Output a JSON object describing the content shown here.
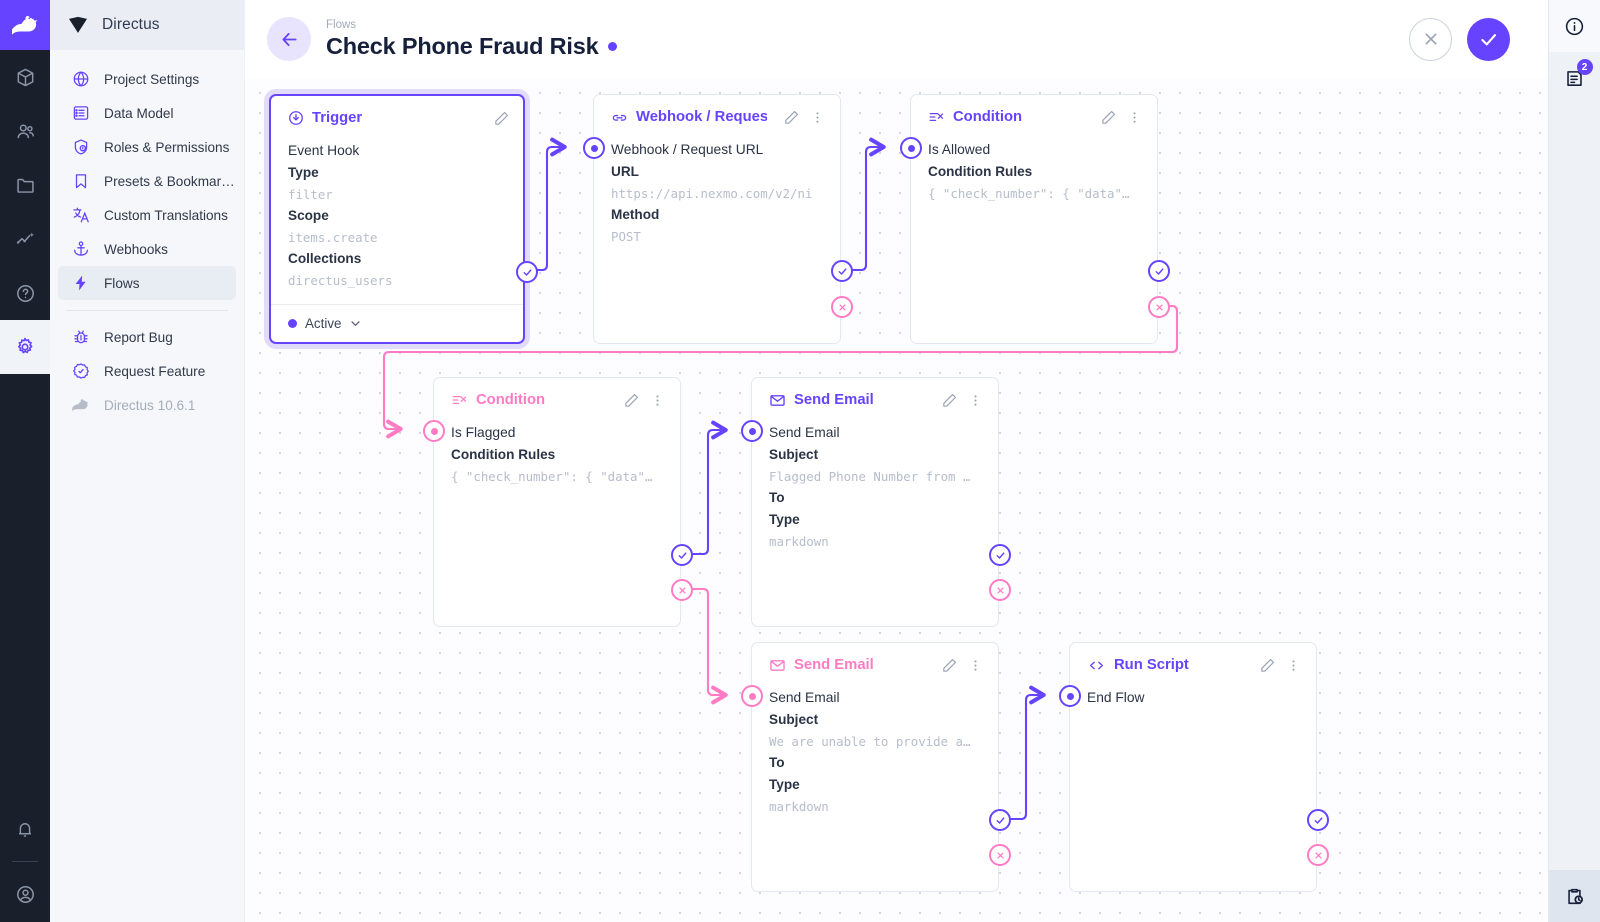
{
  "brand": {
    "name": "Directus",
    "accent": "#6644ff",
    "pink": "#ff7bc4",
    "version": "Directus 10.6.1"
  },
  "rail": {
    "items": [
      {
        "name": "logo",
        "icon": "directus-rabbit-logo"
      },
      {
        "name": "content",
        "icon": "box-icon"
      },
      {
        "name": "users",
        "icon": "users-icon"
      },
      {
        "name": "files",
        "icon": "folder-icon"
      },
      {
        "name": "insights",
        "icon": "insights-icon"
      },
      {
        "name": "docs",
        "icon": "help-circle-icon"
      },
      {
        "name": "settings",
        "icon": "gear-icon"
      }
    ],
    "bottom": [
      {
        "name": "notifications",
        "icon": "bell-icon"
      },
      {
        "name": "account",
        "icon": "user-circle-icon"
      }
    ]
  },
  "sidebar": {
    "title": "Directus",
    "items": [
      {
        "label": "Project Settings",
        "icon": "globe-icon",
        "selected": false
      },
      {
        "label": "Data Model",
        "icon": "list-box-icon",
        "selected": false
      },
      {
        "label": "Roles & Permissions",
        "icon": "shield-key-icon",
        "selected": false
      },
      {
        "label": "Presets & Bookmar…",
        "icon": "bookmark-icon",
        "selected": false
      },
      {
        "label": "Custom Translations",
        "icon": "translate-icon",
        "selected": false
      },
      {
        "label": "Webhooks",
        "icon": "anchor-icon",
        "selected": false
      },
      {
        "label": "Flows",
        "icon": "bolt-icon",
        "selected": true
      }
    ],
    "secondary": [
      {
        "label": "Report Bug",
        "icon": "bug-icon"
      },
      {
        "label": "Request Feature",
        "icon": "badge-check-icon"
      }
    ],
    "version_label": "Directus 10.6.1"
  },
  "header": {
    "breadcrumb": "Flows",
    "title": "Check Phone Fraud Risk",
    "back_icon": "arrow-left-icon",
    "status_dot": true,
    "cancel_label": "close-icon",
    "save_label": "check-icon"
  },
  "right_rail": {
    "info_icon": "info-circle-icon",
    "logs_icon": "logs-icon",
    "logs_badge": "2",
    "bottom_icon": "clipboard-clock-icon"
  },
  "flow": {
    "nodes": [
      {
        "id": "trigger",
        "type_label": "Trigger",
        "type_icon": "trigger-icon",
        "accent": "purple",
        "name": "Event Hook",
        "fields": [
          {
            "label": "Type",
            "value": "filter"
          },
          {
            "label": "Scope",
            "value": "items.create"
          },
          {
            "label": "Collections",
            "value": "directus_users"
          }
        ],
        "footer": {
          "status": "Active",
          "chevron": "chevron-down-icon"
        }
      },
      {
        "id": "webhook",
        "type_label": "Webhook / Request U",
        "type_icon": "link-icon",
        "accent": "purple",
        "name": "Webhook / Request URL",
        "fields": [
          {
            "label": "URL",
            "value": "https://api.nexmo.com/v2/ni"
          },
          {
            "label": "Method",
            "value": "POST"
          }
        ]
      },
      {
        "id": "condition-allowed",
        "type_label": "Condition",
        "type_icon": "condition-icon",
        "accent": "purple",
        "name": "Is Allowed",
        "fields": [
          {
            "label": "Condition Rules",
            "value": "{ \"check_number\": { \"data\"…"
          }
        ]
      },
      {
        "id": "condition-flagged",
        "type_label": "Condition",
        "type_icon": "condition-icon",
        "accent": "pink",
        "name": "Is Flagged",
        "fields": [
          {
            "label": "Condition Rules",
            "value": "{ \"check_number\": { \"data\"…"
          }
        ]
      },
      {
        "id": "send-email-flagged",
        "type_label": "Send Email",
        "type_icon": "mail-icon",
        "accent": "purple",
        "name": "Send Email",
        "fields": [
          {
            "label": "Subject",
            "value": "Flagged Phone Number from …"
          },
          {
            "label": "To",
            "value": ""
          },
          {
            "label": "Type",
            "value": "markdown"
          }
        ]
      },
      {
        "id": "send-email-unable",
        "type_label": "Send Email",
        "type_icon": "mail-icon",
        "accent": "pink",
        "name": "Send Email",
        "fields": [
          {
            "label": "Subject",
            "value": "We are unable to provide a…"
          },
          {
            "label": "To",
            "value": ""
          },
          {
            "label": "Type",
            "value": "markdown"
          }
        ]
      },
      {
        "id": "run-script",
        "type_label": "Run Script",
        "type_icon": "code-icon",
        "accent": "purple",
        "name": "End Flow",
        "fields": []
      }
    ]
  }
}
